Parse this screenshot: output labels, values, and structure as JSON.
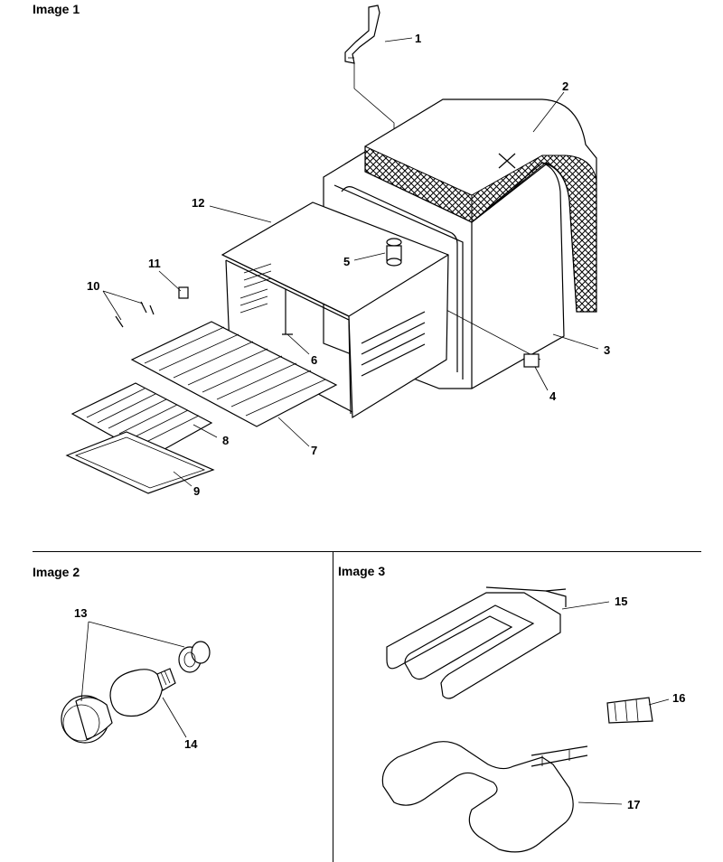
{
  "panels": [
    {
      "title": "Image 1"
    },
    {
      "title": "Image 2"
    },
    {
      "title": "Image 3"
    }
  ],
  "callouts": [
    "1",
    "2",
    "3",
    "4",
    "5",
    "6",
    "7",
    "8",
    "9",
    "10",
    "11",
    "12",
    "13",
    "14",
    "15",
    "16",
    "17"
  ],
  "figures": {
    "image1": {
      "name": "oven-cavity-assembly"
    },
    "image2": {
      "name": "oven-light-assembly"
    },
    "image3": {
      "name": "heating-elements"
    }
  }
}
